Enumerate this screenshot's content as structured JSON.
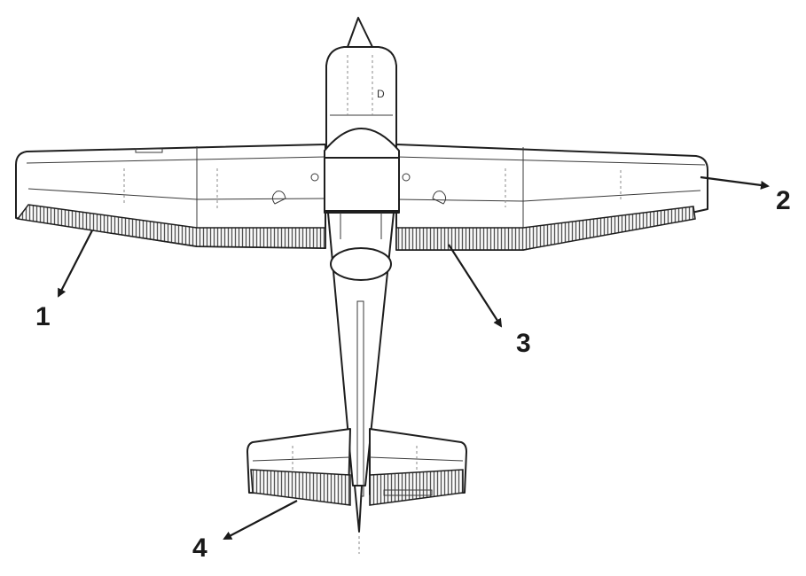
{
  "callouts": [
    {
      "id": "1",
      "label": "1",
      "part": "left-aileron"
    },
    {
      "id": "2",
      "label": "2",
      "part": "right-wingtip"
    },
    {
      "id": "3",
      "label": "3",
      "part": "right-flap"
    },
    {
      "id": "4",
      "label": "4",
      "part": "elevator"
    }
  ],
  "colors": {
    "line": "#1e1e1e",
    "hatch": "#555555",
    "paper": "#ffffff"
  }
}
